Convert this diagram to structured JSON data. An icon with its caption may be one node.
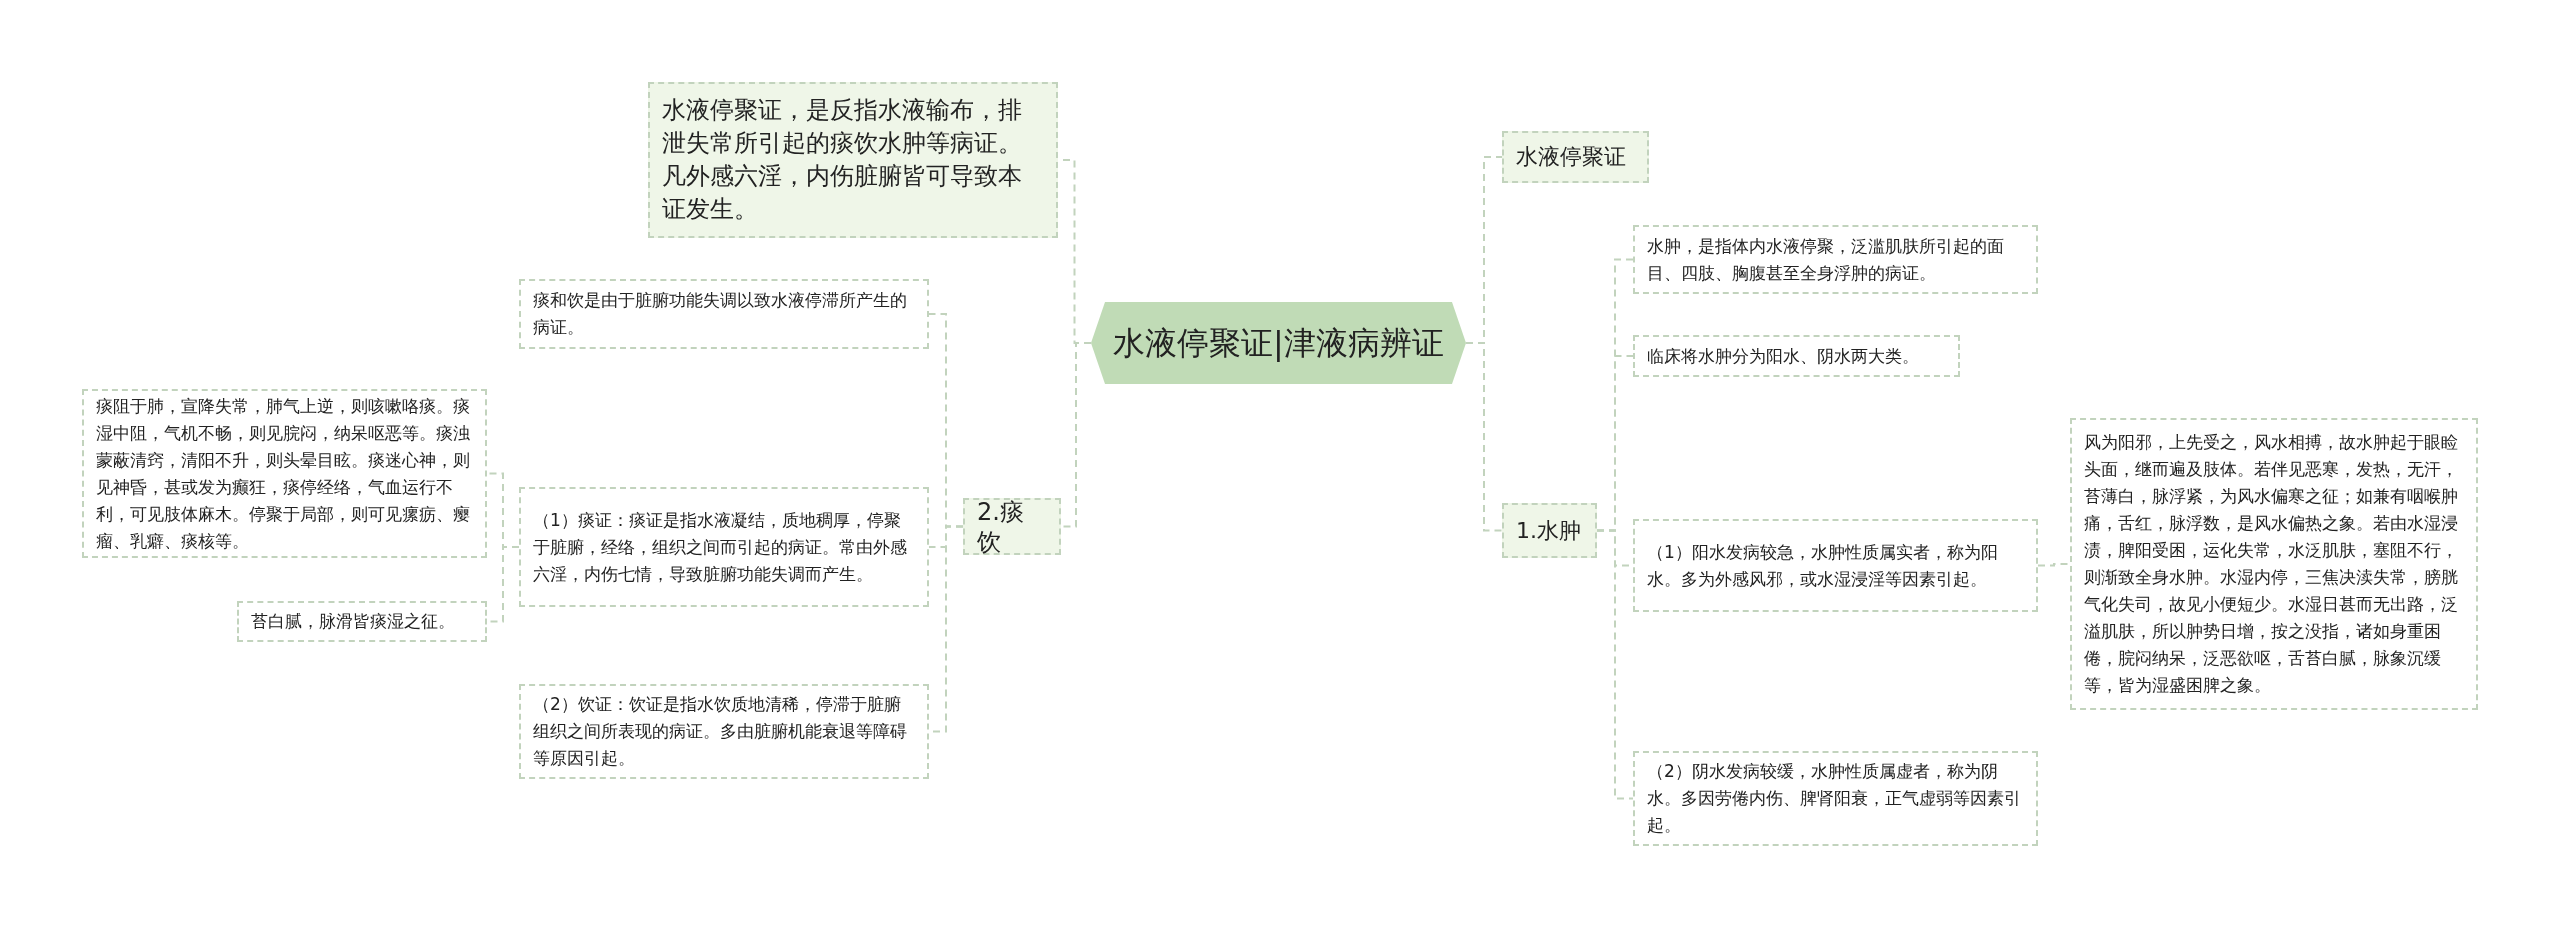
{
  "diagram": {
    "nodes": [
      {
        "text": [
          "水液停聚证|津液病辨证"
        ]
      },
      {
        "text": [
          "水液停聚证，是反指水液输布，排泄失常所引起的痰饮水肿等病证。凡外感六淫，内伤脏腑皆可导致本证发生。"
        ]
      },
      {
        "text": [
          "2.痰饮"
        ]
      },
      {
        "text": [
          "痰和饮是由于脏腑功能失调以致水液停滞所产生的病证。"
        ]
      },
      {
        "text": [
          "（1）痰证：痰证是指水液凝结，质地稠厚，停聚于脏腑，经络，组织之间而引起的病证。常由外感六淫，内伤七情，导致脏腑功能失调而产生。"
        ]
      },
      {
        "text": [
          "（2）饮证：饮证是指水饮质地清稀，停滞于脏腑组织之间所表现的病证。多由脏腑机能衰退等障碍等原因引起。"
        ]
      },
      {
        "text": [
          "痰阻于肺，宣降失常，肺气上逆，则咳嗽咯痰。痰湿中阻，气机不畅，则见脘闷，纳呆呕恶等。痰浊蒙蔽清窍，清阳不升，则头晕目眩。痰迷心神，则见神昏，甚或发为癫狂，痰停经络，气血运行不利，可见肢体麻木。停聚于局部，则可见瘰疬、瘿瘤、乳癖、痰核等。"
        ]
      },
      {
        "text": [
          "苔白腻，脉滑皆痰湿之征。"
        ]
      },
      {
        "text": [
          "水液停聚证"
        ]
      },
      {
        "text": [
          "1.水肿"
        ]
      },
      {
        "text": [
          "水肿，是指体内水液停聚，泛滥肌肤所引起的面目、四肢、胸腹甚至全身浮肿的病证。"
        ]
      },
      {
        "text": [
          "临床将水肿分为阳水、阴水两大类。"
        ]
      },
      {
        "text": [
          "（1）阳水发病较急，水肿性质属实者，称为阳水。多为外感风邪，或水湿浸淫等因素引起。"
        ]
      },
      {
        "text": [
          "（2）阴水发病较缓，水肿性质属虚者，称为阴水。多因劳倦内伤、脾肾阳衰，正气虚弱等因素引起。"
        ]
      },
      {
        "text": [
          "风为阳邪，上先受之，风水相搏，故水肿起于眼睑头面，继而遍及肢体。若伴见恶寒，发热，无汗，苔薄白，脉浮紧，为风水偏寒之征；如兼有咽喉肿痛，舌红，脉浮数，是风水偏热之象。若由水湿浸渍，脾阳受困，运化失常，水泛肌肤，塞阻不行，则渐致全身水肿。水湿内停，三焦决渎失常，膀胱气化失司，故见小便短少。水湿日甚而无出路，泛溢肌肤，所以肿势日增，按之没指，诸如身重困倦，脘闷纳呆，泛恶欲呕，舌苔白腻，脉象沉缓等，皆为湿盛困脾之象。"
        ]
      }
    ],
    "edges": [
      {
        "from": 0,
        "to": 1,
        "arrow": "none"
      },
      {
        "from": 0,
        "to": 2,
        "arrow": "none"
      },
      {
        "from": 2,
        "to": 3,
        "arrow": "none"
      },
      {
        "from": 2,
        "to": 4,
        "arrow": "none"
      },
      {
        "from": 2,
        "to": 5,
        "arrow": "none"
      },
      {
        "from": 4,
        "to": 6,
        "arrow": "none"
      },
      {
        "from": 4,
        "to": 7,
        "arrow": "none"
      },
      {
        "from": 0,
        "to": 8,
        "arrow": "none"
      },
      {
        "from": 0,
        "to": 9,
        "arrow": "none"
      },
      {
        "from": 9,
        "to": 10,
        "arrow": "none"
      },
      {
        "from": 9,
        "to": 11,
        "arrow": "none"
      },
      {
        "from": 9,
        "to": 12,
        "arrow": "none"
      },
      {
        "from": 9,
        "to": 13,
        "arrow": "none"
      },
      {
        "from": 12,
        "to": 14,
        "arrow": "none"
      }
    ]
  }
}
